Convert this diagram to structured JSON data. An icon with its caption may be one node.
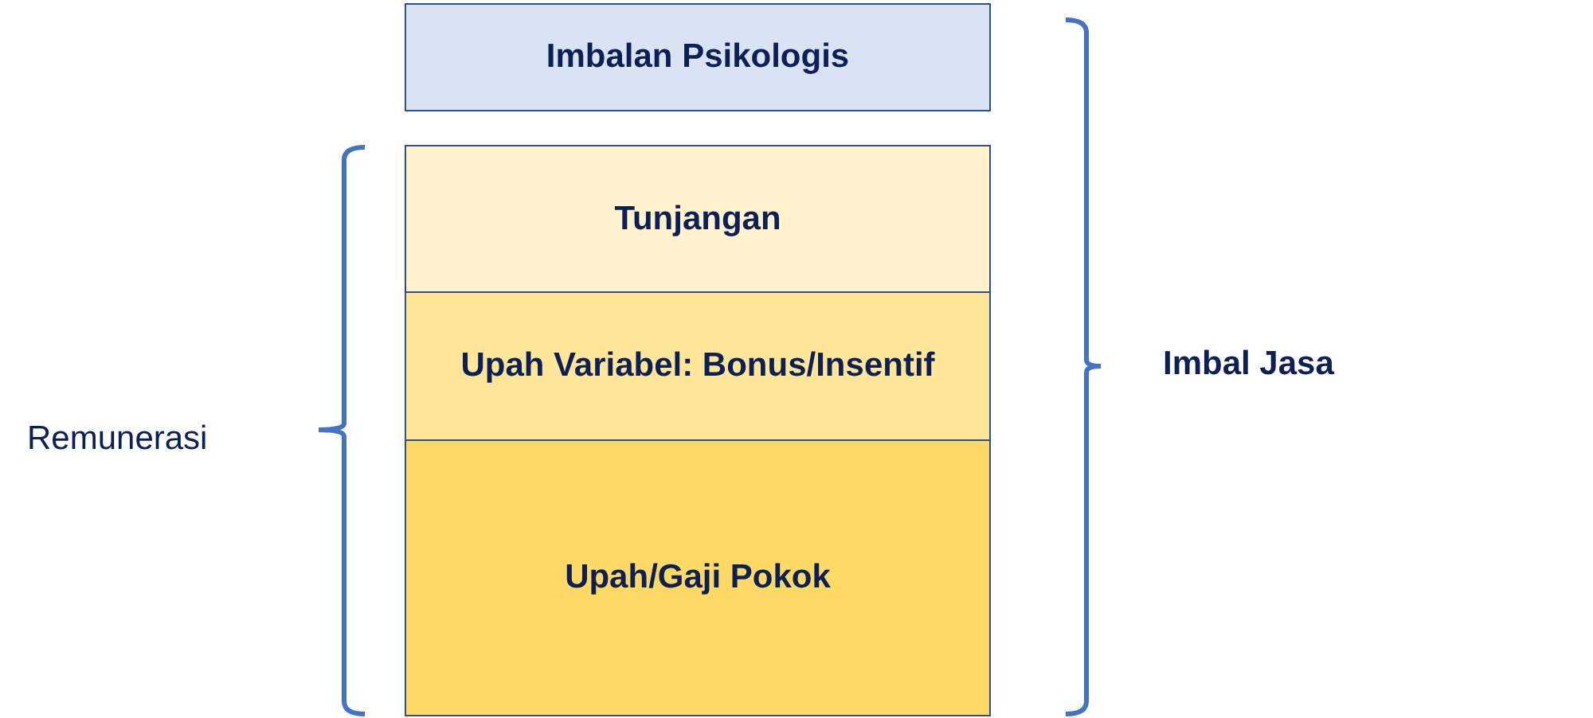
{
  "diagram": {
    "nodes": [
      {
        "text": [
          "Imbalan Psikologis"
        ]
      },
      {
        "text": [
          "Tunjangan"
        ]
      },
      {
        "text": [
          "Upah Variabel: Bonus/Insentif"
        ]
      },
      {
        "text": [
          "Upah/Gaji Pokok"
        ]
      }
    ],
    "edges": [],
    "labels": [
      "Imbal Jasa",
      "Remunerasi"
    ]
  }
}
